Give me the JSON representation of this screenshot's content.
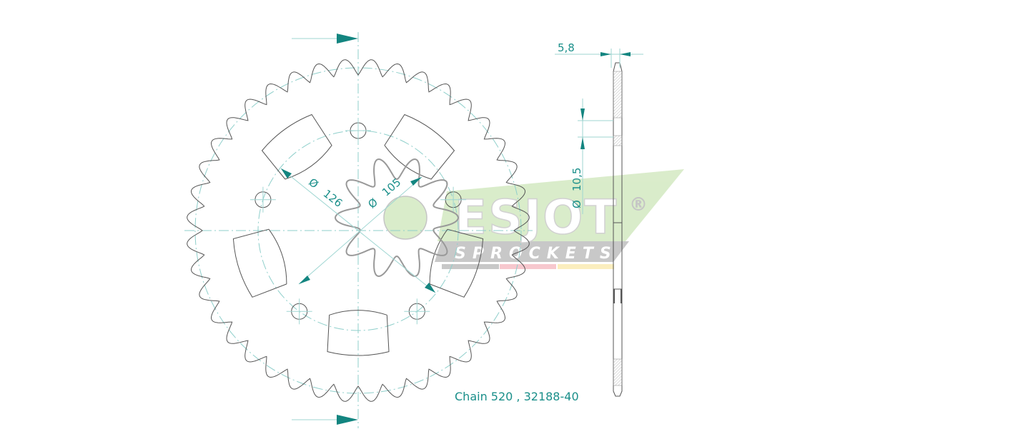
{
  "drawing": {
    "type": "sprocket technical drawing",
    "caption": "Chain 520 , 32188-40",
    "dimensions": {
      "thickness": "5,8",
      "bolt_circle_diameter_label": "Ø 126",
      "bolt_circle_prefix": "Ø",
      "bolt_circle_value": "126",
      "center_bore_label": "Ø 105",
      "center_bore_prefix": "Ø",
      "center_bore_value": "105",
      "bolt_hole_prefix": "Ø",
      "bolt_hole_value": "10,5"
    },
    "teeth_count": 40,
    "bolt_holes": 5
  },
  "logo": {
    "brand": "ESJOT",
    "registered": "®",
    "tagline": "SPROCKETS",
    "colors": {
      "green": "#d8ebc8",
      "grey": "#c6c6c6",
      "pink": "#f7c6cc",
      "yellow": "#fbeebb"
    }
  },
  "colors": {
    "accent": "#138580",
    "outline": "#555555",
    "centerline": "#8fcfcb"
  }
}
